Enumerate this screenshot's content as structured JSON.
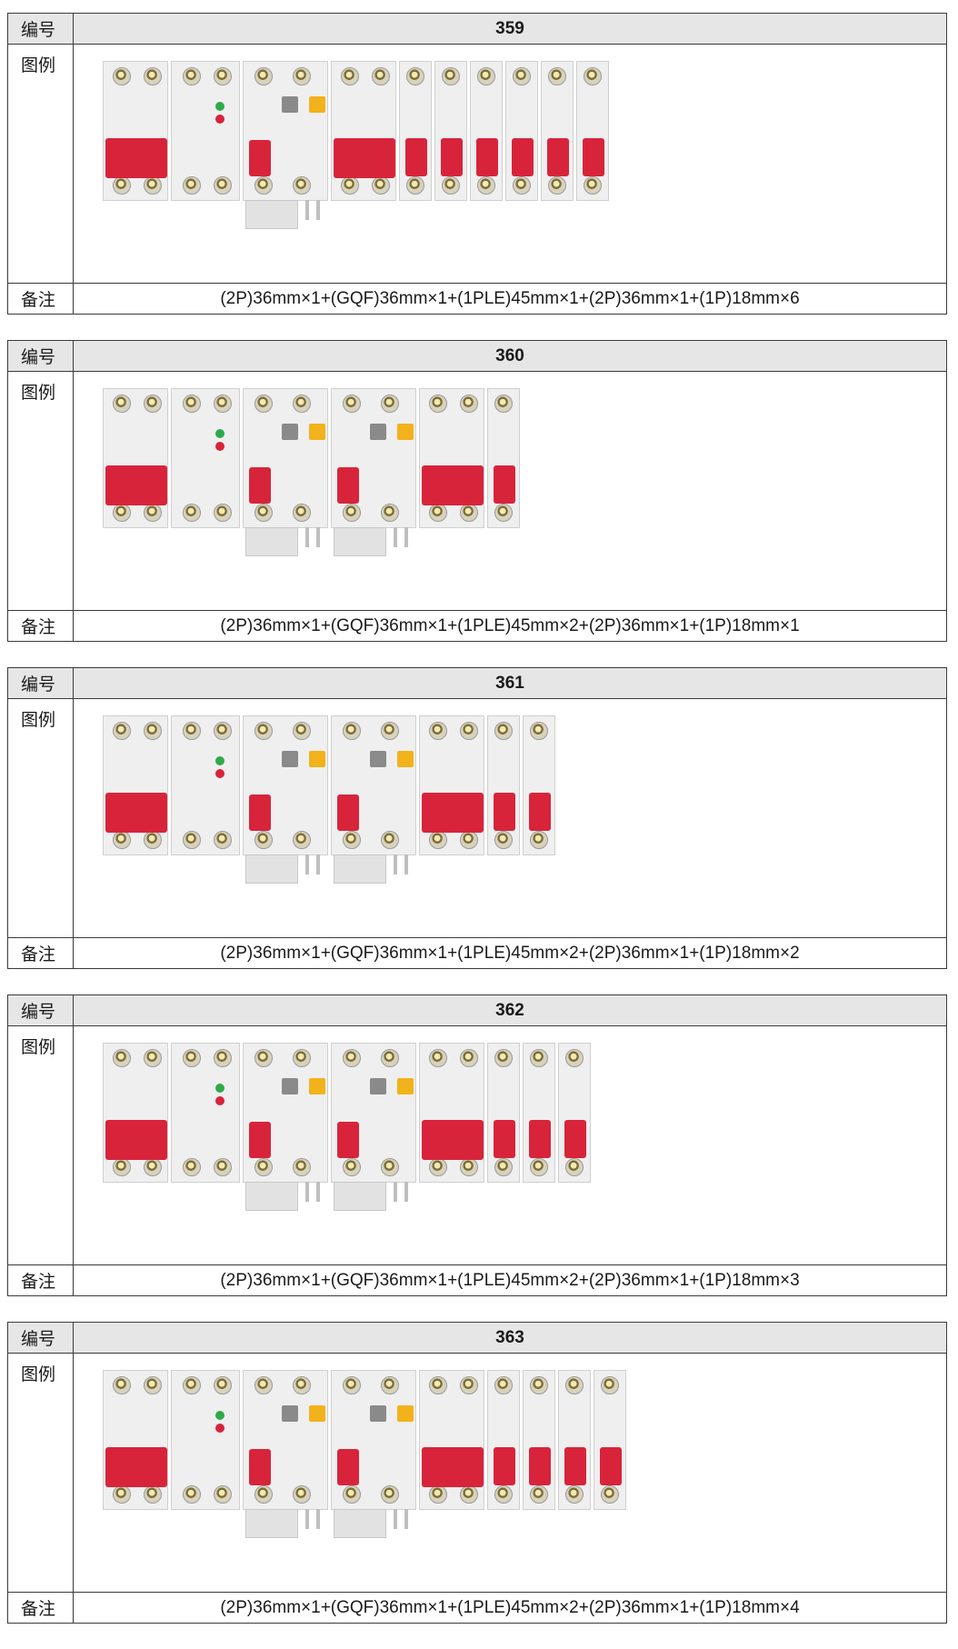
{
  "labels": {
    "number": "编号",
    "legend": "图例",
    "remark": "备注"
  },
  "combos": [
    {
      "number": "359",
      "remark": "(2P)36mm×1+(GQF)36mm×1+(1PLE)45mm×1+(2P)36mm×1+(1P)18mm×6",
      "modules": [
        "2P",
        "GQF",
        "1PLE",
        "2P",
        "1P",
        "1P",
        "1P",
        "1P",
        "1P",
        "1P"
      ]
    },
    {
      "number": "360",
      "remark": "(2P)36mm×1+(GQF)36mm×1+(1PLE)45mm×2+(2P)36mm×1+(1P)18mm×1",
      "modules": [
        "2P",
        "GQF",
        "1PLE",
        "1PLE",
        "2P",
        "1P"
      ]
    },
    {
      "number": "361",
      "remark": "(2P)36mm×1+(GQF)36mm×1+(1PLE)45mm×2+(2P)36mm×1+(1P)18mm×2",
      "modules": [
        "2P",
        "GQF",
        "1PLE",
        "1PLE",
        "2P",
        "1P",
        "1P"
      ]
    },
    {
      "number": "362",
      "remark": "(2P)36mm×1+(GQF)36mm×1+(1PLE)45mm×2+(2P)36mm×1+(1P)18mm×3",
      "modules": [
        "2P",
        "GQF",
        "1PLE",
        "1PLE",
        "2P",
        "1P",
        "1P",
        "1P"
      ]
    },
    {
      "number": "363",
      "remark": "(2P)36mm×1+(GQF)36mm×1+(1PLE)45mm×2+(2P)36mm×1+(1P)18mm×4",
      "modules": [
        "2P",
        "GQF",
        "1PLE",
        "1PLE",
        "2P",
        "1P",
        "1P",
        "1P",
        "1P"
      ]
    }
  ],
  "colors": {
    "lever": "#d8243a",
    "test_button": "#f2b21b",
    "reset_button": "#8a8a8a",
    "led_green": "#2eaa4a",
    "led_red": "#d8243a",
    "header_bg": "#e6e6e6"
  }
}
